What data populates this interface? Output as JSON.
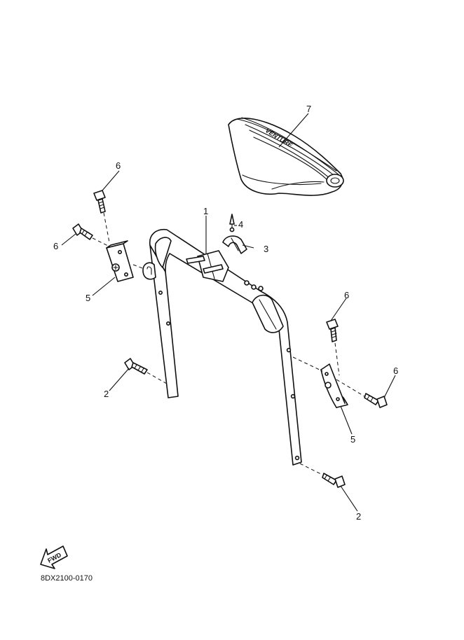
{
  "callouts": {
    "c1": "1",
    "c2a": "2",
    "c2b": "2",
    "c3": "3",
    "c4": "4",
    "c5a": "5",
    "c5b": "5",
    "c6a": "6",
    "c6b": "6",
    "c6c": "6",
    "c6d": "6",
    "c7": "7"
  },
  "fwd_label": "FWD",
  "pad_brand": "VENTURE",
  "catalog_code": "8DX2100-0170"
}
